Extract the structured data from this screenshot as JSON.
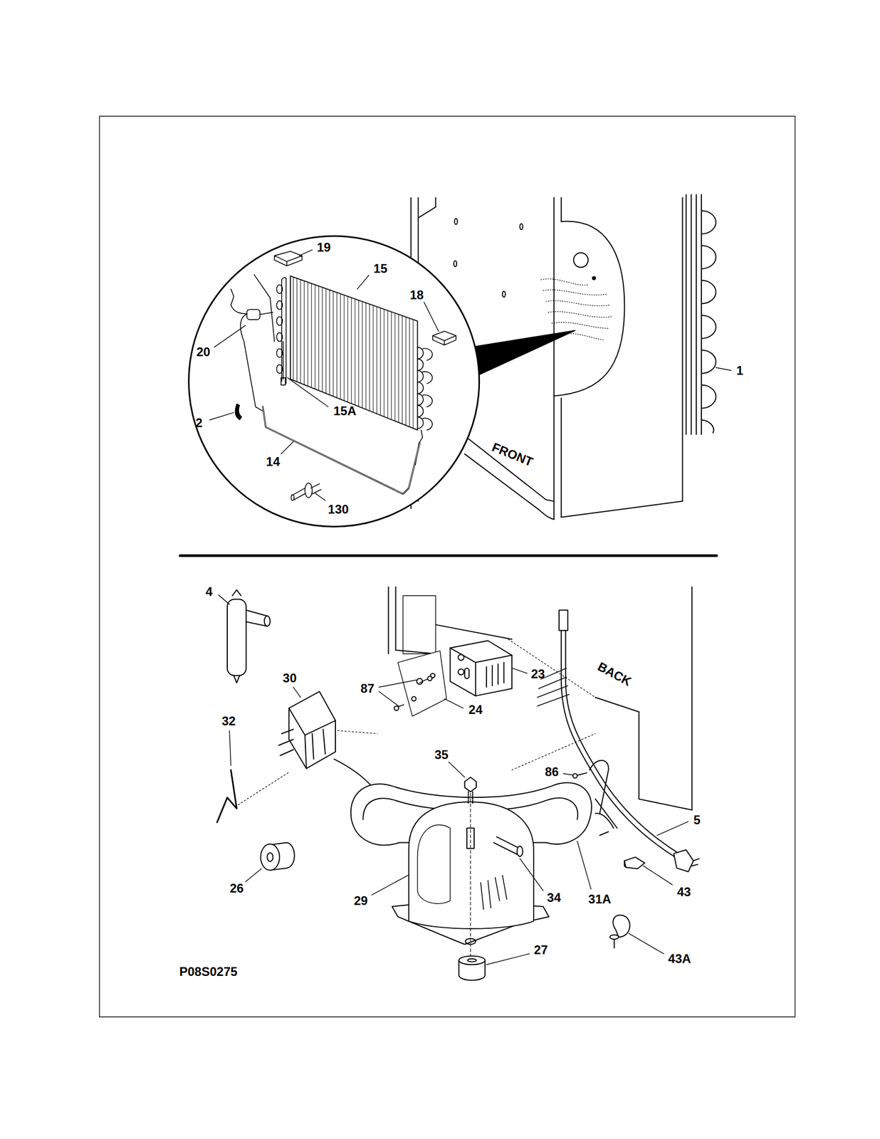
{
  "diagram": {
    "labels": [
      "19",
      "15",
      "18",
      "20",
      "1",
      "15A",
      "2",
      "14",
      "130",
      "FRONT",
      "4",
      "30",
      "87",
      "23",
      "24",
      "BACK",
      "32",
      "35",
      "86",
      "5",
      "26",
      "29",
      "34",
      "31A",
      "43",
      "27",
      "43A",
      "P08S0275"
    ]
  }
}
